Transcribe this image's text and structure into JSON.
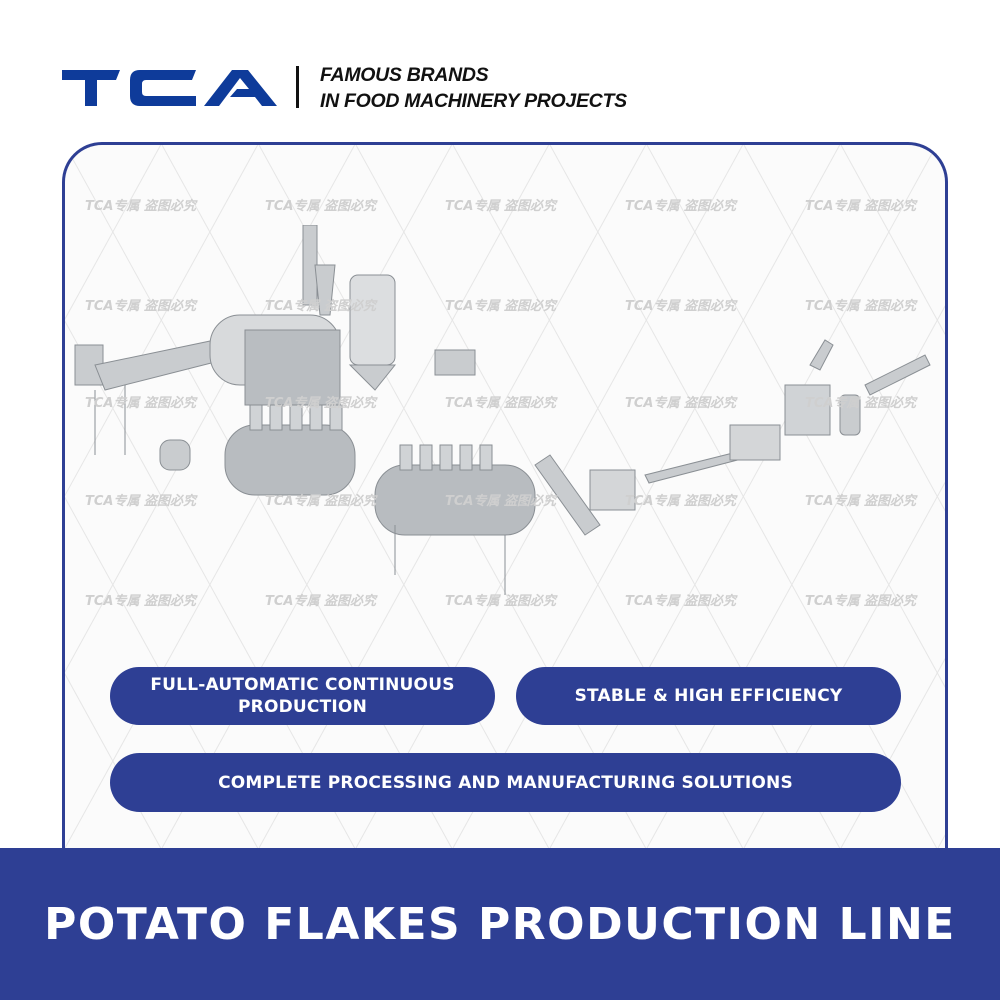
{
  "brand": {
    "logo_text": "TCA",
    "logo_color": "#0e3b9a",
    "tagline_line1": "FAMOUS BRANDS",
    "tagline_line2": "IN FOOD MACHINERY PROJECTS"
  },
  "watermark": "TCA专属 盗图必究",
  "features": [
    {
      "label": "FULL-AUTOMATIC CONTINUOUS PRODUCTION"
    },
    {
      "label": "STABLE & HIGH EFFICIENCY"
    },
    {
      "label": "COMPLETE PROCESSING AND MANUFACTURING SOLUTIONS"
    }
  ],
  "banner": {
    "title": "POTATO FLAKES PRODUCTION LINE"
  },
  "colors": {
    "accent": "#2e3f94"
  }
}
